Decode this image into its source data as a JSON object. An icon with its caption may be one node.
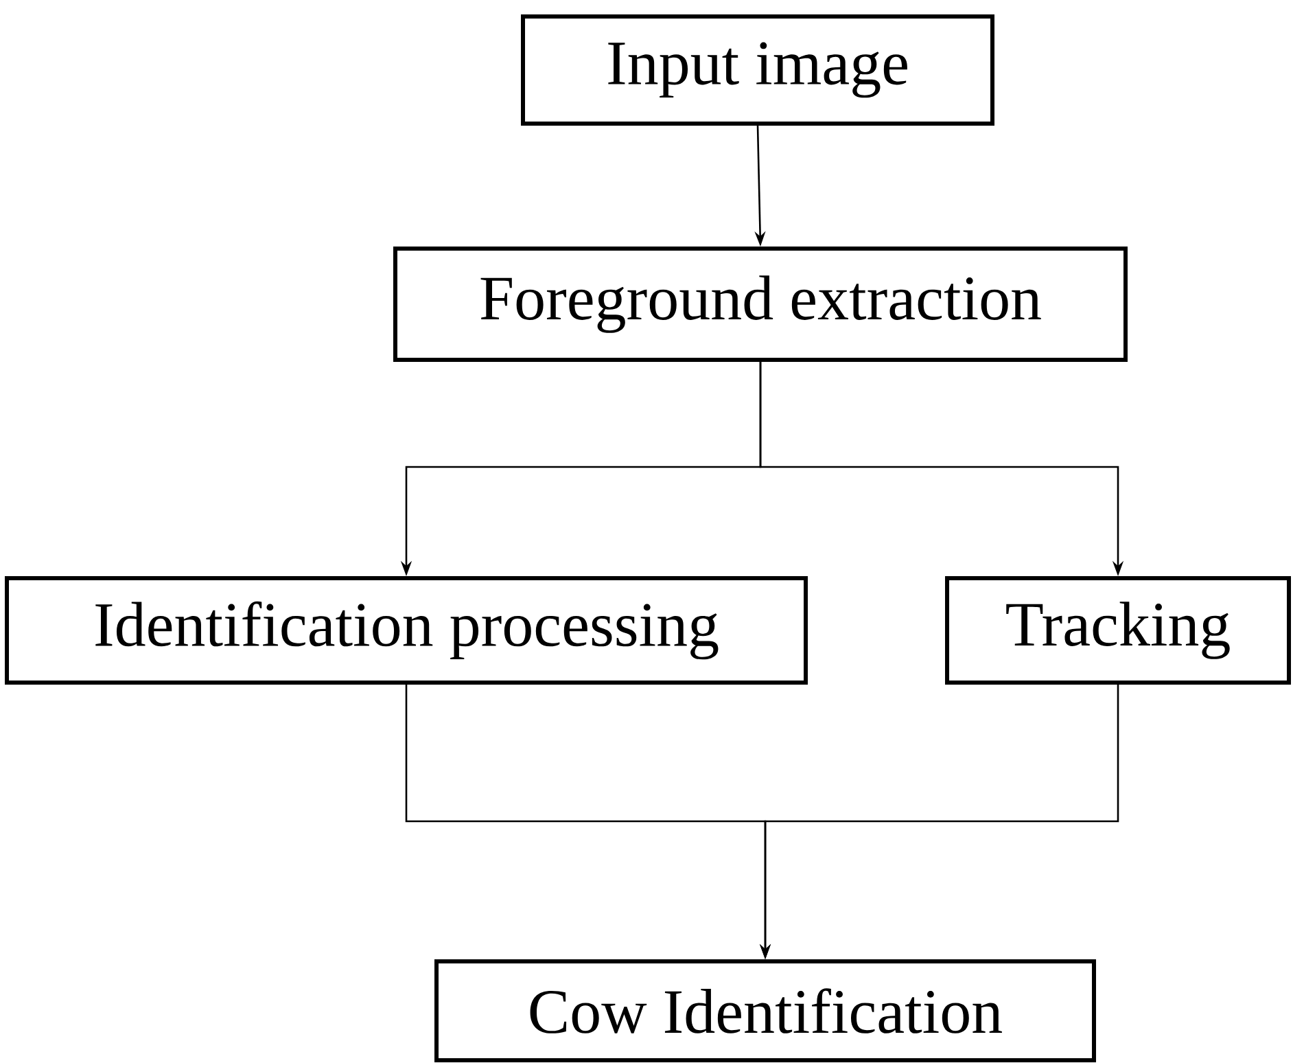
{
  "diagram": {
    "nodes": [
      {
        "text": [
          "Input image"
        ]
      },
      {
        "text": [
          "Foreground extraction"
        ]
      },
      {
        "text": [
          "Identification processing"
        ]
      },
      {
        "text": [
          "Tracking"
        ]
      },
      {
        "text": [
          "Cow Identification"
        ]
      }
    ],
    "edges": [
      {
        "from": 0,
        "to": 1,
        "arrow": "to"
      },
      {
        "from": 1,
        "to": 2,
        "arrow": "to"
      },
      {
        "from": 1,
        "to": 3,
        "arrow": "to"
      },
      {
        "from": 2,
        "to": 4,
        "arrow": "to"
      },
      {
        "from": 3,
        "to": 4,
        "arrow": "to"
      }
    ]
  }
}
